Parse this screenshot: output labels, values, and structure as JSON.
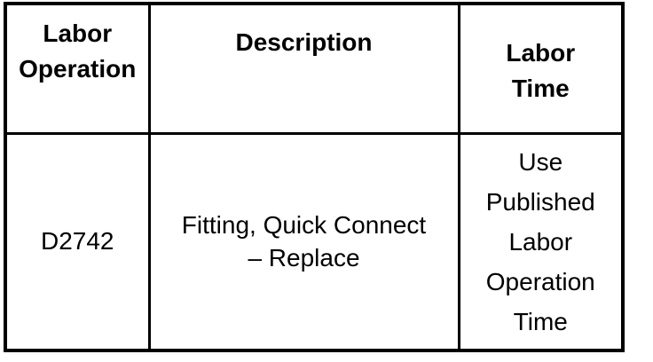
{
  "colors": {
    "background": "#ffffff",
    "border": "#000000",
    "text": "#000000"
  },
  "table": {
    "headers": [
      "Labor\nOperation",
      "Description",
      "Labor\nTime"
    ],
    "rows": [
      [
        "D2742",
        "Fitting, Quick Connect\n– Replace",
        "Use\nPublished\nLabor\nOperation\nTime"
      ]
    ]
  }
}
